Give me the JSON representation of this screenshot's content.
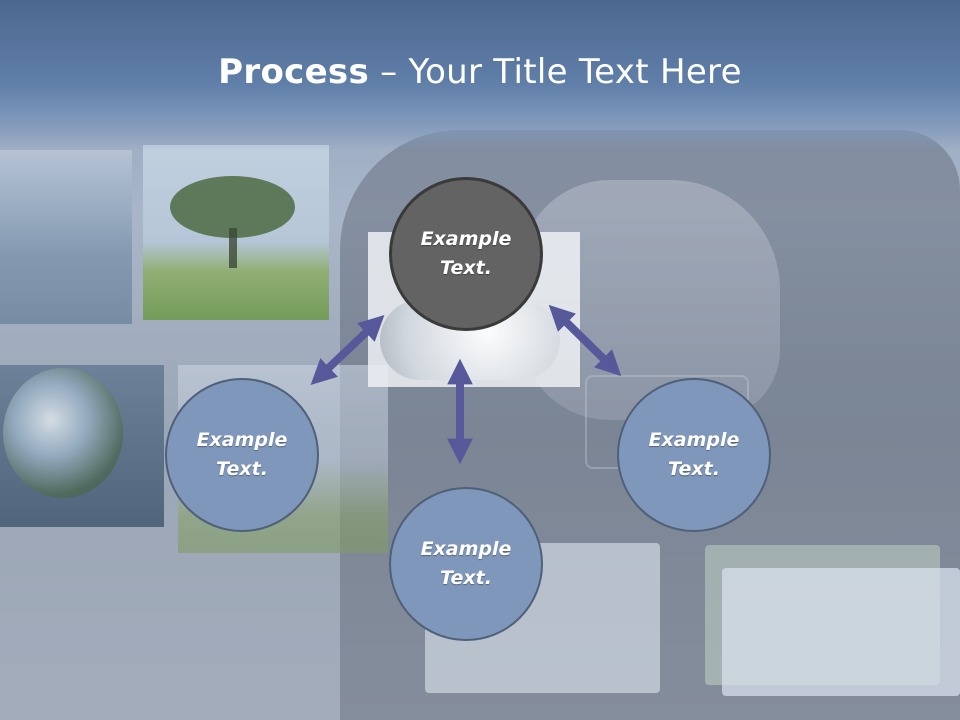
{
  "title": {
    "bold": "Process",
    "rest": " – Your Title Text Here"
  },
  "nodes": {
    "top": {
      "text": "Example Text."
    },
    "left": {
      "text": "Example Text."
    },
    "right": {
      "text": "Example Text."
    },
    "bottom": {
      "text": "Example Text."
    }
  },
  "colors": {
    "arrow": "#57589a",
    "node_blue": "#7f97ba",
    "node_dark": "#636363",
    "title_bar": "#5f7ea8"
  }
}
